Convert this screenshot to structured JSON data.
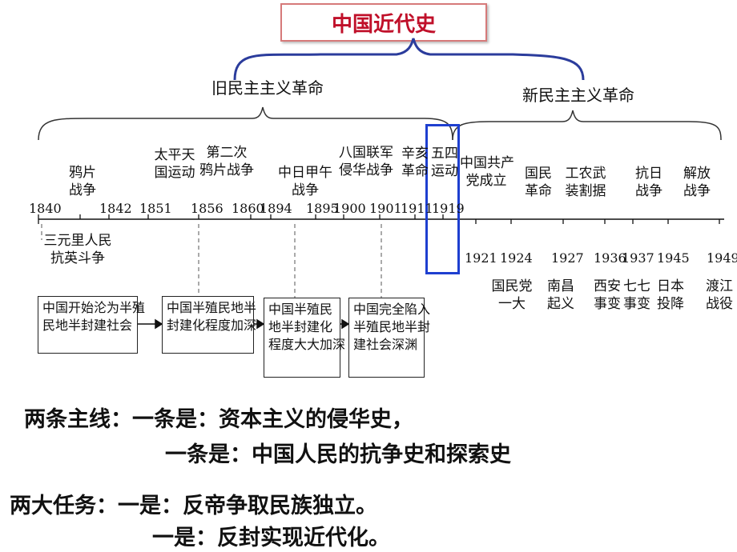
{
  "title": "中国近代史",
  "eras": {
    "old": "旧民主主义革命",
    "new": "新民主主义革命"
  },
  "top_events": [
    "鸦片\n战争",
    "太平天\n国运动",
    "第二次\n鸦片战争",
    "中日甲午\n战争",
    "八国联军\n侵华战争",
    "辛亥\n革命",
    "五四\n运动",
    "中国共产\n党成立",
    "国民\n革命",
    "工农武\n装割据",
    "抗日\n战争",
    "解放\n战争"
  ],
  "top_years": [
    "1840",
    "1842",
    "1851",
    "1856",
    "1860",
    "1894",
    "1895",
    "1900",
    "1901",
    "1911",
    "1919"
  ],
  "bottom_years": [
    "1921",
    "1924",
    "1927",
    "1936",
    "1937",
    "1945",
    "1949"
  ],
  "below_events": [
    "三元里人民\n抗英斗争",
    "国民党\n一大",
    "南昌\n起义",
    "西安\n事变",
    "七七\n事变",
    "日本\n投降",
    "渡江\n战役"
  ],
  "stage_boxes": [
    "中国开始沦为半殖\n民地半封建社会",
    "中国半殖民地半\n封建化程度加深",
    "中国半殖民\n地半封建化\n程度大大加深",
    "中国完全陷入\n半殖民地半封\n建社会深渊"
  ],
  "main_lines": {
    "label": "两条主线：",
    "line1": "一条是：资本主义的侵华史，",
    "line2": "一条是：中国人民的抗争史和探索史"
  },
  "tasks": {
    "label": "两大任务：",
    "line1": "一是：反帝争取民族独立。",
    "line2": "一是：反封实现近代化。"
  },
  "colors": {
    "title": "#c0102a",
    "highlight": "#1e3fd0",
    "brace": "#2b3c9c"
  }
}
